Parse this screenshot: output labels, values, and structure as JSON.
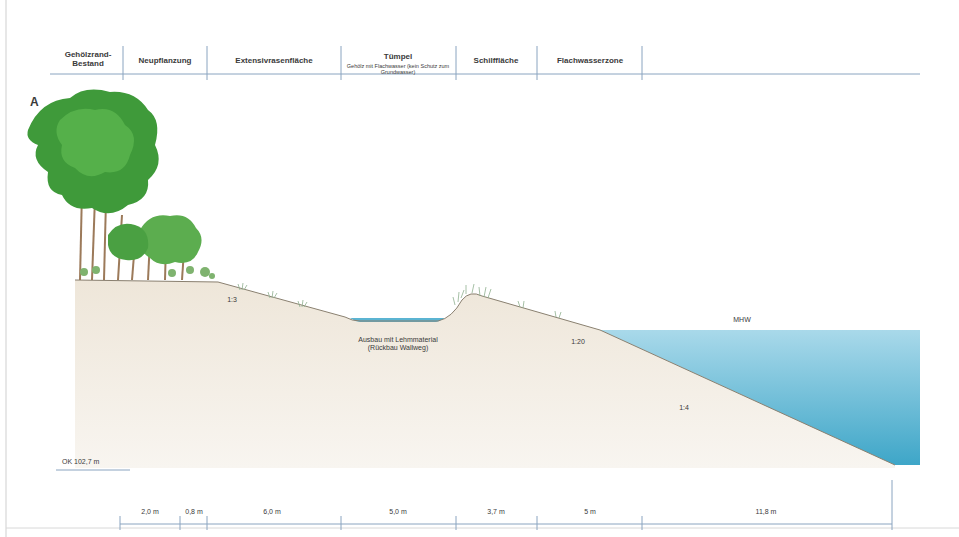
{
  "diagram": {
    "labels": [
      "A",
      "Gehölzrand- Bestand",
      "Neupflanzung",
      "Extensivrasenfläche",
      "Tümpel",
      "Gehölz mit Flachwasser (kein Schutz zum Grundwasser)",
      "Schilffläche",
      "Flachwasserzone",
      "1:3",
      "Ausbau mit Lehmmaterial (Rückbau Wallweg)",
      "1:20",
      "1:4",
      "MHW",
      "OK 102,7 m",
      "2,0 m",
      "0,8 m",
      "6,0 m",
      "5,0 m",
      "3,7 m",
      "5 m",
      "11,8 m"
    ]
  }
}
